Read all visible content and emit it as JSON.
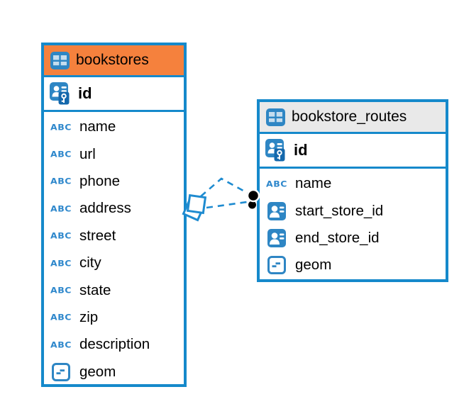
{
  "diagram": {
    "text_type_label": "ABC",
    "colors": {
      "table_border": "#1589CB",
      "icon_blue": "#2E86C4",
      "icon_badge_blue": "#1468AC",
      "connector_blue": "#1E8BD0",
      "connector_dot": "#000000",
      "bookstores_header": "#F5813D",
      "bookstore_routes_header": "#E9E9E9"
    },
    "connector": {
      "style": "dashed",
      "color": "#1E8BD0",
      "from_table": "bookstores",
      "to_table": "bookstore_routes",
      "from_icon": "overlapping-squares-icon",
      "to_icon": "stacked-dots-icon"
    },
    "tables": [
      {
        "name": "bookstores",
        "icon": "table-icon",
        "header_color": "#F5813D",
        "key_columns": [
          {
            "name": "id",
            "icon": "primary-key-icon"
          }
        ],
        "columns": [
          {
            "name": "name",
            "icon": "text-type-icon"
          },
          {
            "name": "url",
            "icon": "text-type-icon"
          },
          {
            "name": "phone",
            "icon": "text-type-icon"
          },
          {
            "name": "address",
            "icon": "text-type-icon"
          },
          {
            "name": "street",
            "icon": "text-type-icon"
          },
          {
            "name": "city",
            "icon": "text-type-icon"
          },
          {
            "name": "state",
            "icon": "text-type-icon"
          },
          {
            "name": "zip",
            "icon": "text-type-icon"
          },
          {
            "name": "description",
            "icon": "text-type-icon"
          },
          {
            "name": "geom",
            "icon": "geometry-type-icon"
          }
        ]
      },
      {
        "name": "bookstore_routes",
        "icon": "table-icon",
        "header_color": "#E9E9E9",
        "key_columns": [
          {
            "name": "id",
            "icon": "primary-key-icon"
          }
        ],
        "columns": [
          {
            "name": "name",
            "icon": "text-type-icon"
          },
          {
            "name": "start_store_id",
            "icon": "foreign-key-icon"
          },
          {
            "name": "end_store_id",
            "icon": "foreign-key-icon"
          },
          {
            "name": "geom",
            "icon": "geometry-type-icon"
          }
        ]
      }
    ]
  }
}
